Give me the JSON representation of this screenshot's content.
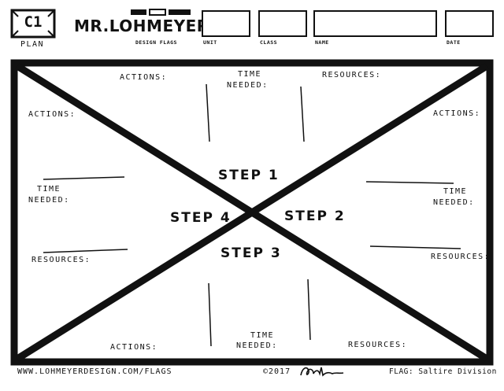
{
  "header": {
    "code_badge": "C1",
    "code_caption": "PLAN",
    "logo_title": "MR.LOHMEYER'S",
    "logo_subtitle": "DESIGN FLAGS",
    "fields": [
      {
        "label": "UNIT"
      },
      {
        "label": "CLASS"
      },
      {
        "label": "NAME"
      },
      {
        "label": "DATE"
      }
    ]
  },
  "flag": {
    "steps": [
      "STEP 1",
      "STEP 2",
      "STEP 3",
      "STEP 4"
    ],
    "top": {
      "actions": "ACTIONS:",
      "time_line1": "TIME",
      "time_line2": "NEEDED:",
      "resources": "RESOURCES:"
    },
    "left": {
      "actions": "ACTIONS:",
      "time_line1": "TIME",
      "time_line2": "NEEDED:",
      "resources": "RESOURCES:"
    },
    "right": {
      "actions": "ACTIONS:",
      "time_line1": "TIME",
      "time_line2": "NEEDED:",
      "resources": "RESOURCES:"
    },
    "bottom": {
      "actions": "ACTIONS:",
      "time_line1": "TIME",
      "time_line2": "NEEDED:",
      "resources": "RESOURCES:"
    }
  },
  "footer": {
    "url": "WWW.LOHMEYERDESIGN.COM/FLAGS",
    "copyright": "©2017",
    "flag_label": "FLAG: Saltire Division"
  }
}
